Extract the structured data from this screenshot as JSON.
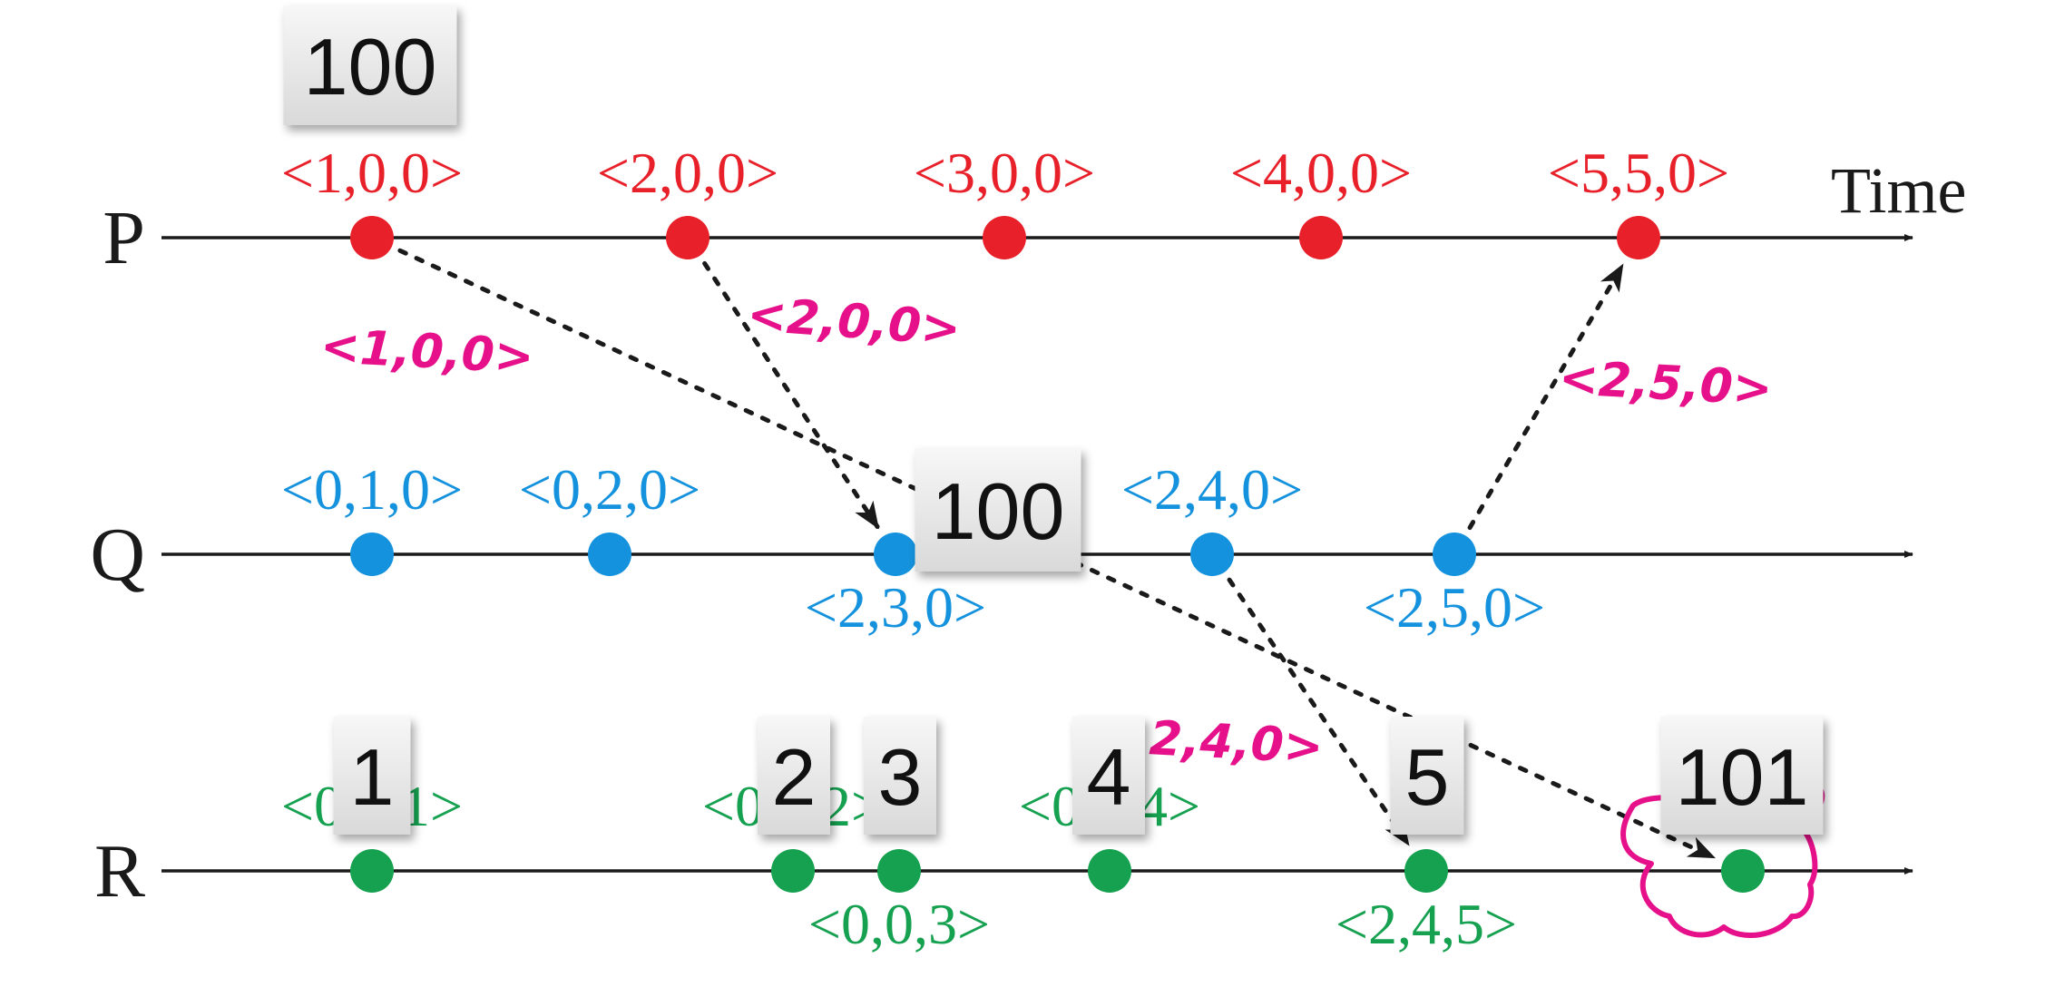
{
  "axis": {
    "time_label": "Time"
  },
  "colors": {
    "P": "#e8202a",
    "Q": "#1592dd",
    "R": "#15a150",
    "handwriting": "#e6118a",
    "line": "#1a1a1a"
  },
  "processes": [
    {
      "name": "P",
      "events": [
        {
          "clock": "<1,0,0>",
          "label_pos": "above"
        },
        {
          "clock": "<2,0,0>",
          "label_pos": "above"
        },
        {
          "clock": "<3,0,0>",
          "label_pos": "above"
        },
        {
          "clock": "<4,0,0>",
          "label_pos": "above"
        },
        {
          "clock": "<5,5,0>",
          "label_pos": "above"
        }
      ]
    },
    {
      "name": "Q",
      "events": [
        {
          "clock": "<0,1,0>",
          "label_pos": "above"
        },
        {
          "clock": "<0,2,0>",
          "label_pos": "above"
        },
        {
          "clock": "<2,3,0>",
          "label_pos": "below"
        },
        {
          "clock": "<2,4,0>",
          "label_pos": "above"
        },
        {
          "clock": "<2,5,0>",
          "label_pos": "below"
        }
      ]
    },
    {
      "name": "R",
      "events": [
        {
          "clock": "<0,0,1>",
          "label_pos": "above"
        },
        {
          "clock": "<0,0,2>",
          "label_pos": "above"
        },
        {
          "clock": "<0,0,3>",
          "label_pos": "below"
        },
        {
          "clock": "<0,0,4>",
          "label_pos": "above"
        },
        {
          "clock": "<2,4,5>",
          "label_pos": "below"
        },
        {
          "clock": "",
          "label_pos": "none"
        }
      ]
    }
  ],
  "messages": [
    {
      "from": "P1",
      "to": "R6",
      "annotation": "<1,0,0>"
    },
    {
      "from": "P2",
      "to": "Q3",
      "annotation": "<2,0,0>"
    },
    {
      "from": "Q5",
      "to": "P5",
      "annotation": "<2,5,0>"
    },
    {
      "from": "Q4",
      "to": "R5",
      "annotation": "<2,4,0>"
    }
  ],
  "value_boxes": [
    {
      "text": "100",
      "at": "P1"
    },
    {
      "text": "100",
      "at": "Q3"
    },
    {
      "text": "1",
      "at": "R1"
    },
    {
      "text": "2",
      "at": "R2"
    },
    {
      "text": "3",
      "at": "R3"
    },
    {
      "text": "4",
      "at": "R4"
    },
    {
      "text": "5",
      "at": "R5"
    },
    {
      "text": "101",
      "at": "R6"
    }
  ]
}
